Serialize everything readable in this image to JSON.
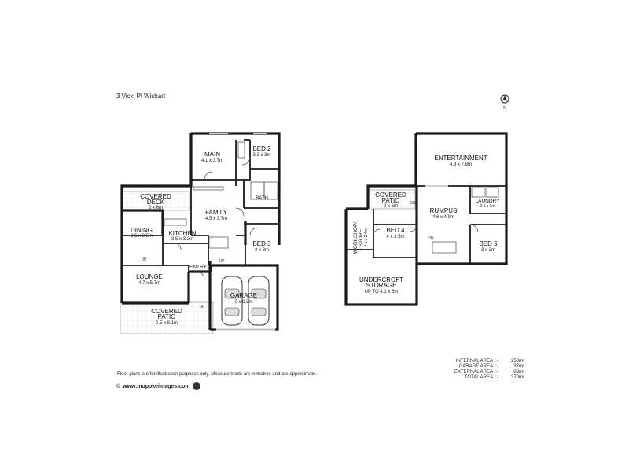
{
  "title": "3 Vicki Pl Wishart",
  "compass_label": "N",
  "disclaimer": "Floor plans are for illustration purposes only. Measurements are in metres and are approximate.",
  "brand": {
    "copyright": "©",
    "site": "www.mopokeimages.com"
  },
  "areas": [
    {
      "label": "INTERNAL AREA",
      "sep": ":-",
      "value": "250m²"
    },
    {
      "label": "GARAGE AREA",
      "sep": ":-",
      "value": "37m²"
    },
    {
      "label": "EXTERNAL AREA",
      "sep": ":-",
      "value": "83m²"
    },
    {
      "label": "TOTAL AREA",
      "sep": ":-",
      "value": "370m²"
    }
  ],
  "rooms": {
    "main": {
      "name": "MAIN",
      "dim": "4.1 x 3.7m"
    },
    "bed2": {
      "name": "BED 2",
      "dim": "3.3 x 3m"
    },
    "covered_deck": {
      "name": "COVERED DECK",
      "name1": "COVERED",
      "name2": "DECK",
      "dim": "2 x 6m"
    },
    "bath": {
      "name": "BATH"
    },
    "family": {
      "name": "FAMILY",
      "dim": "4.5 x 3.7m"
    },
    "dining": {
      "name": "DINING",
      "dim": "3.5 x 3.5m"
    },
    "kitchen": {
      "name": "KITCHEN",
      "dim": "3.5 x 3.2m"
    },
    "bed3": {
      "name": "BED 3",
      "dim": "3 x 3m"
    },
    "lounge": {
      "name": "LOUNGE",
      "dim": "4.7 x 5.7m"
    },
    "entry": {
      "name": "ENTRY"
    },
    "garage": {
      "name": "GARAGE",
      "dim": "6 x 6.2m"
    },
    "covered_patio_l": {
      "name1": "COVERED",
      "name2": "PATIO",
      "dim": "2.5 x 8.1m"
    },
    "entertainment": {
      "name": "ENTERTAINMENT",
      "dim": "4.8 x 7.8m"
    },
    "covered_patio_r": {
      "name1": "COVERED",
      "name2": "PATIO",
      "dim": "2 x 6m"
    },
    "laundry": {
      "name": "LAUNDRY",
      "dim": "2.1 x 3m"
    },
    "rumpus": {
      "name": "RUMPUS",
      "dim": "4.6 x 4.9m"
    },
    "workshop": {
      "name1": "WORKSHOP/",
      "name2": "STORE",
      "dim": "4.1 x 2.4m"
    },
    "bed4": {
      "name": "BED 4",
      "dim": "4 x 3.5m"
    },
    "bed5": {
      "name": "BED 5",
      "dim": "3 x 3m"
    },
    "undercroft": {
      "name1": "UNDERCROFT",
      "name2": "STORAGE",
      "dim": "UP TO 4.1 x 6m"
    }
  },
  "markers": {
    "up": "UP",
    "dn": "DN"
  }
}
